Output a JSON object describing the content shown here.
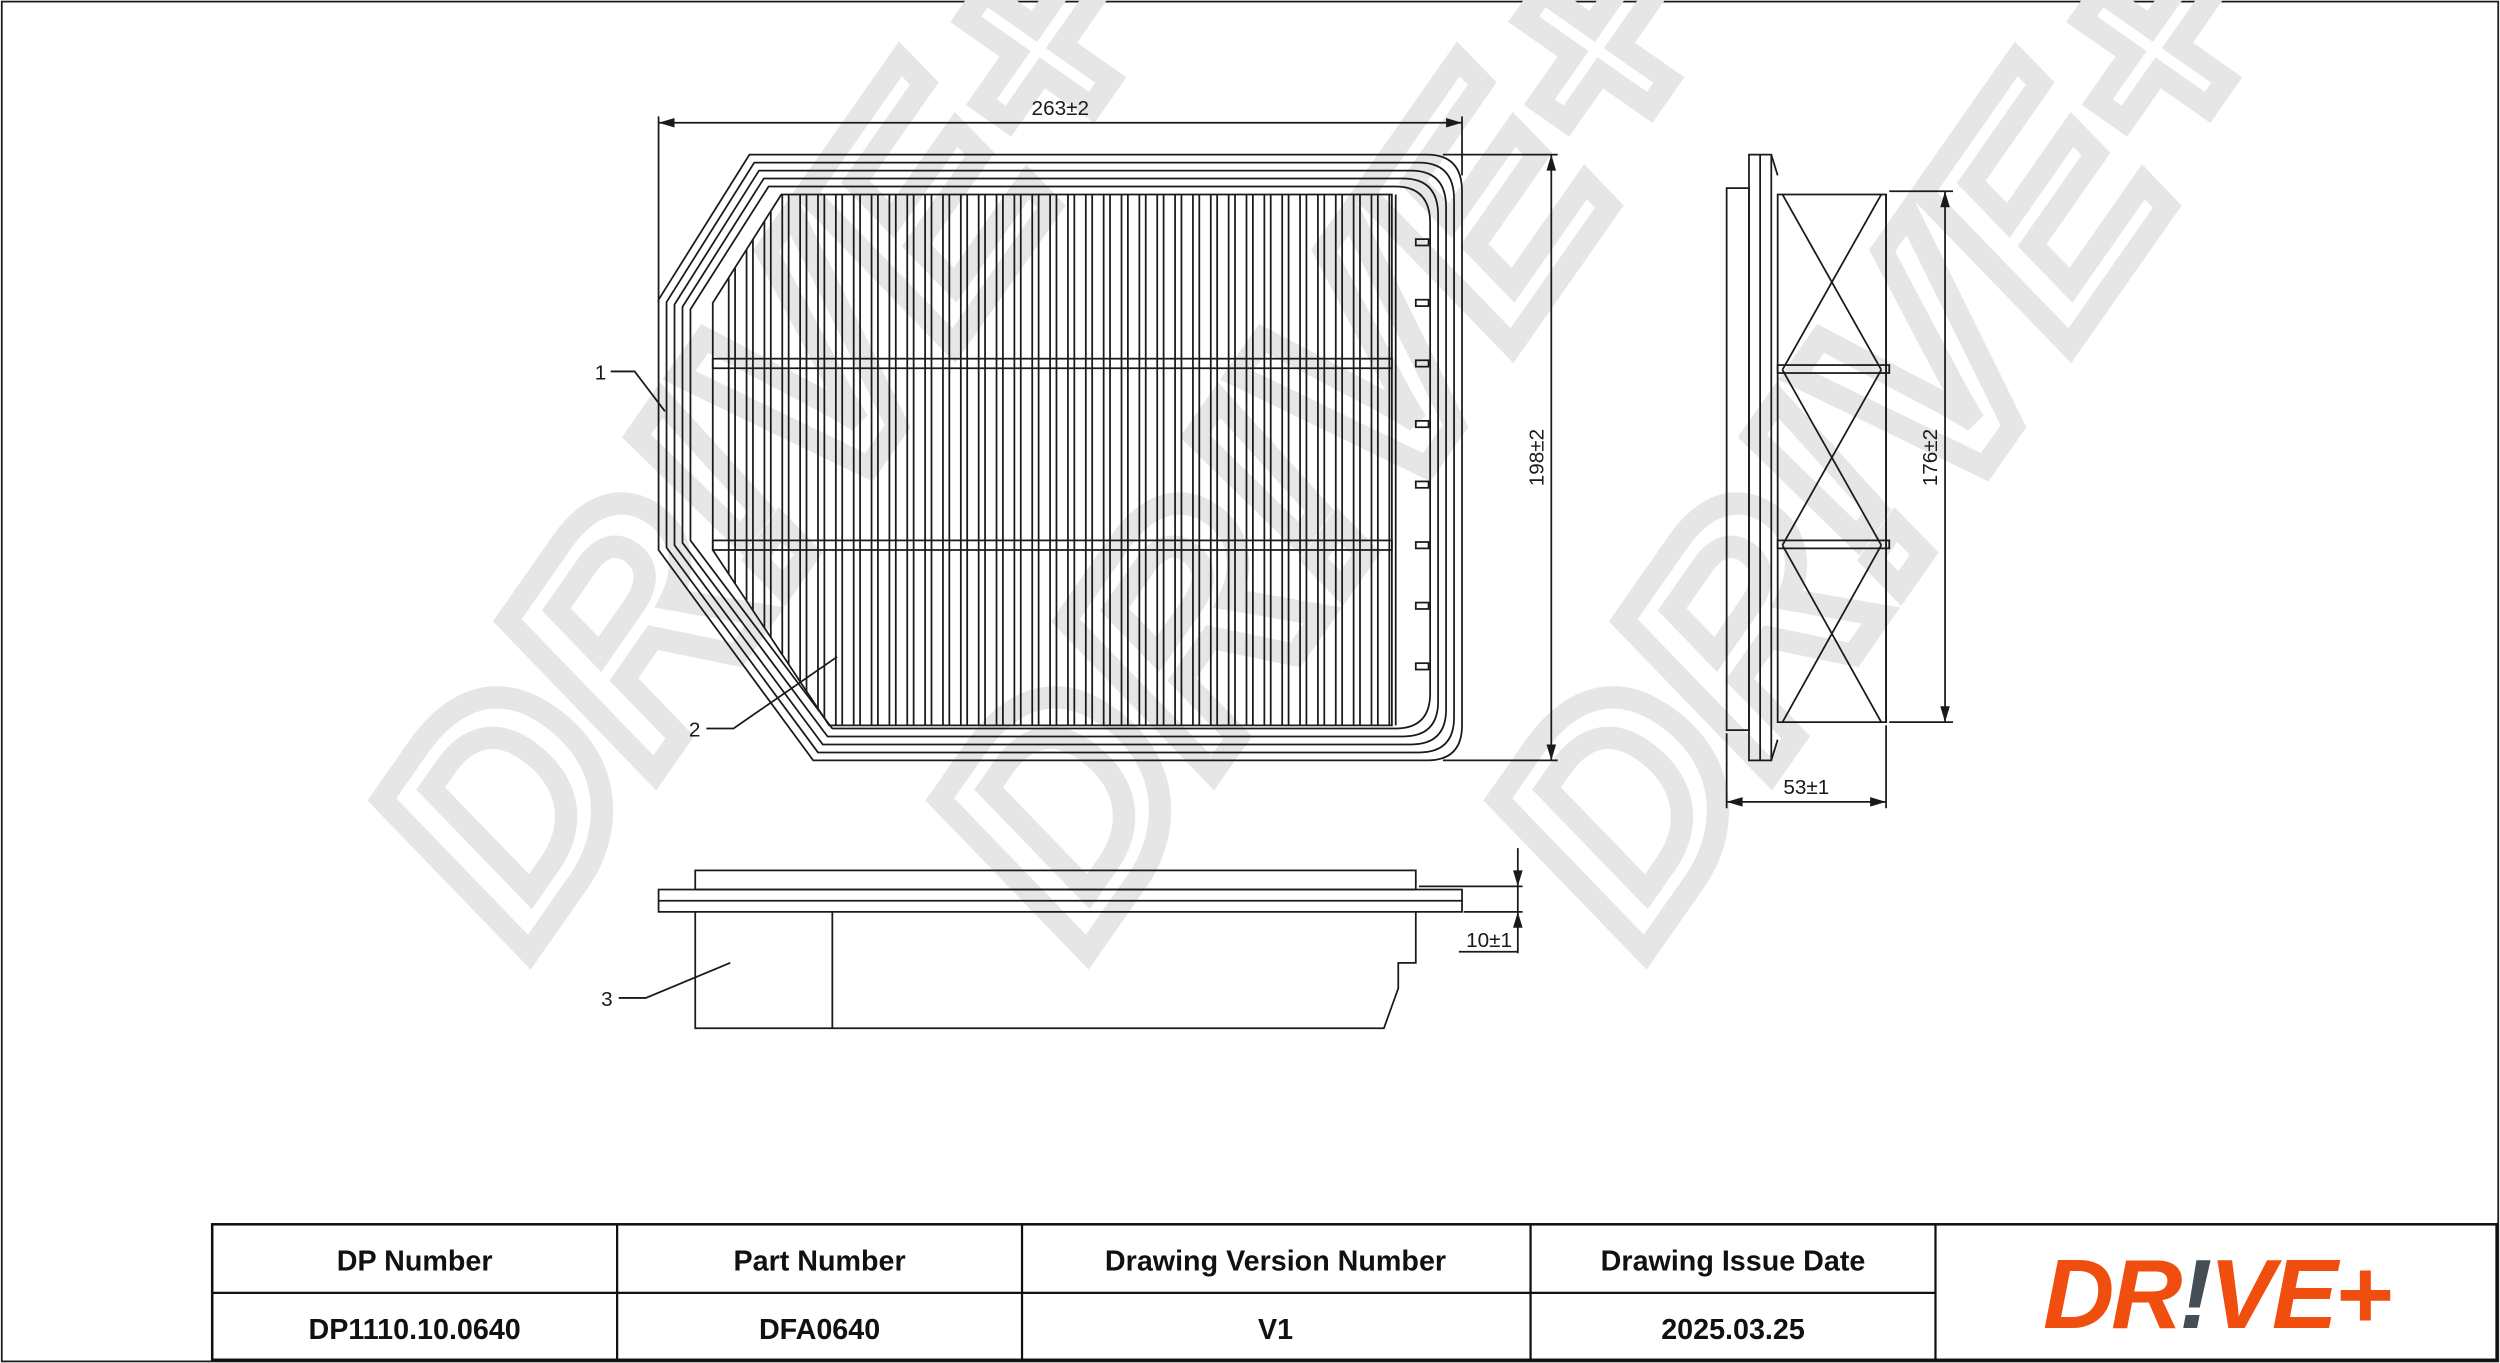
{
  "drawing": {
    "dimensions": {
      "width": "263±2",
      "height": "198±2",
      "inner_height": "176±2",
      "depth": "53±1",
      "flange": "10±1"
    },
    "callouts": [
      "1",
      "2",
      "3"
    ]
  },
  "title_block": {
    "headers": [
      "DP Number",
      "Part Number",
      "Drawing Version Number",
      "Drawing Issue Date"
    ],
    "values": [
      "DP1110.10.0640",
      "DFA0640",
      "V1",
      "2025.03.25"
    ]
  },
  "logo": {
    "text": "DR!VE+",
    "color": "#f04e0f",
    "accent": "#444f55"
  },
  "watermark": "DR!VE+"
}
